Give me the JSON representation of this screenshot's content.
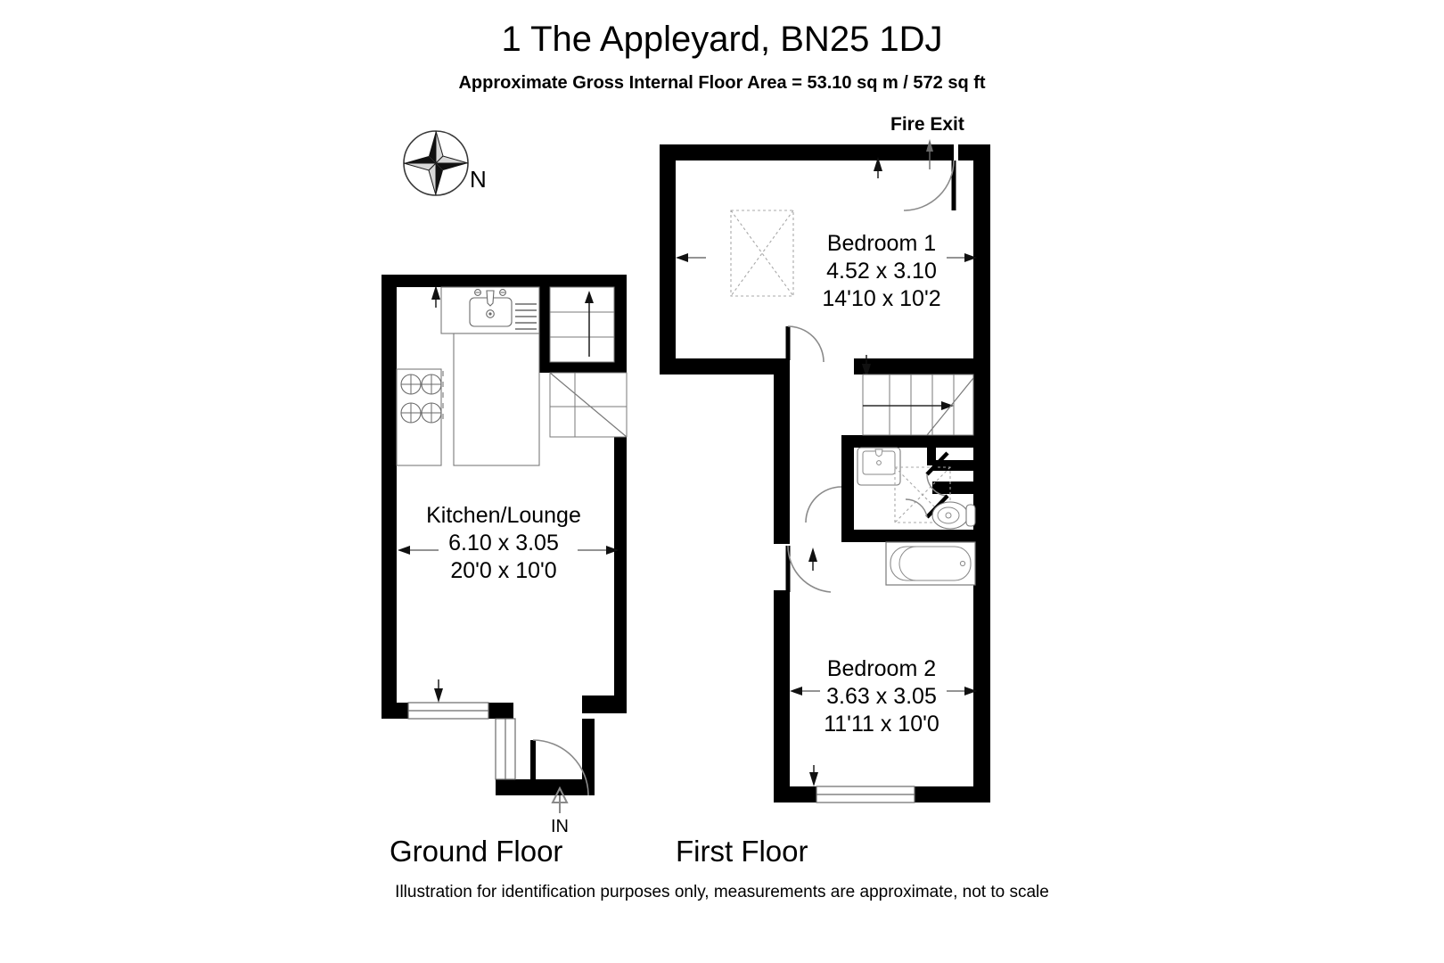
{
  "header": {
    "title": "1 The Appleyard, BN25 1DJ",
    "subtitle": "Approximate Gross Internal Floor Area = 53.10 sq m / 572 sq ft"
  },
  "footer": {
    "disclaimer": "Illustration for identification purposes only, measurements are approximate, not to scale"
  },
  "compass": {
    "north_label": "N",
    "icon": "compass-rose-icon"
  },
  "floors": [
    {
      "id": "ground",
      "label": "Ground Floor",
      "rooms": [
        {
          "name": "Kitchen/Lounge",
          "dim_metric": "6.10 x 3.05",
          "dim_imperial": "20'0 x 10'0"
        }
      ],
      "annotations": [
        {
          "name": "entrance-marker",
          "label": "IN"
        }
      ],
      "fixtures": [
        "sink-icon",
        "tap-icon",
        "drainer-icon",
        "hob-icon",
        "worktop-icon",
        "staircase-icon",
        "window-icon",
        "entrance-door-icon"
      ]
    },
    {
      "id": "first",
      "label": "First Floor",
      "rooms": [
        {
          "name": "Bedroom 1",
          "dim_metric": "4.52 x 3.10",
          "dim_imperial": "14'10 x 10'2"
        },
        {
          "name": "Bedroom 2",
          "dim_metric": "3.63 x 3.05",
          "dim_imperial": "11'11 x 10'0"
        }
      ],
      "annotations": [
        {
          "name": "fire-exit-marker",
          "label": "Fire Exit"
        }
      ],
      "fixtures": [
        "wardrobe-icon",
        "staircase-icon",
        "wash-basin-icon",
        "shower-cubicle-icon",
        "wc-icon",
        "bath-icon",
        "door-icon",
        "window-icon"
      ]
    }
  ],
  "colors": {
    "wall": "#000000",
    "fixture_line": "#555555",
    "dashed_line": "#999999",
    "background": "#ffffff",
    "text": "#000000"
  }
}
